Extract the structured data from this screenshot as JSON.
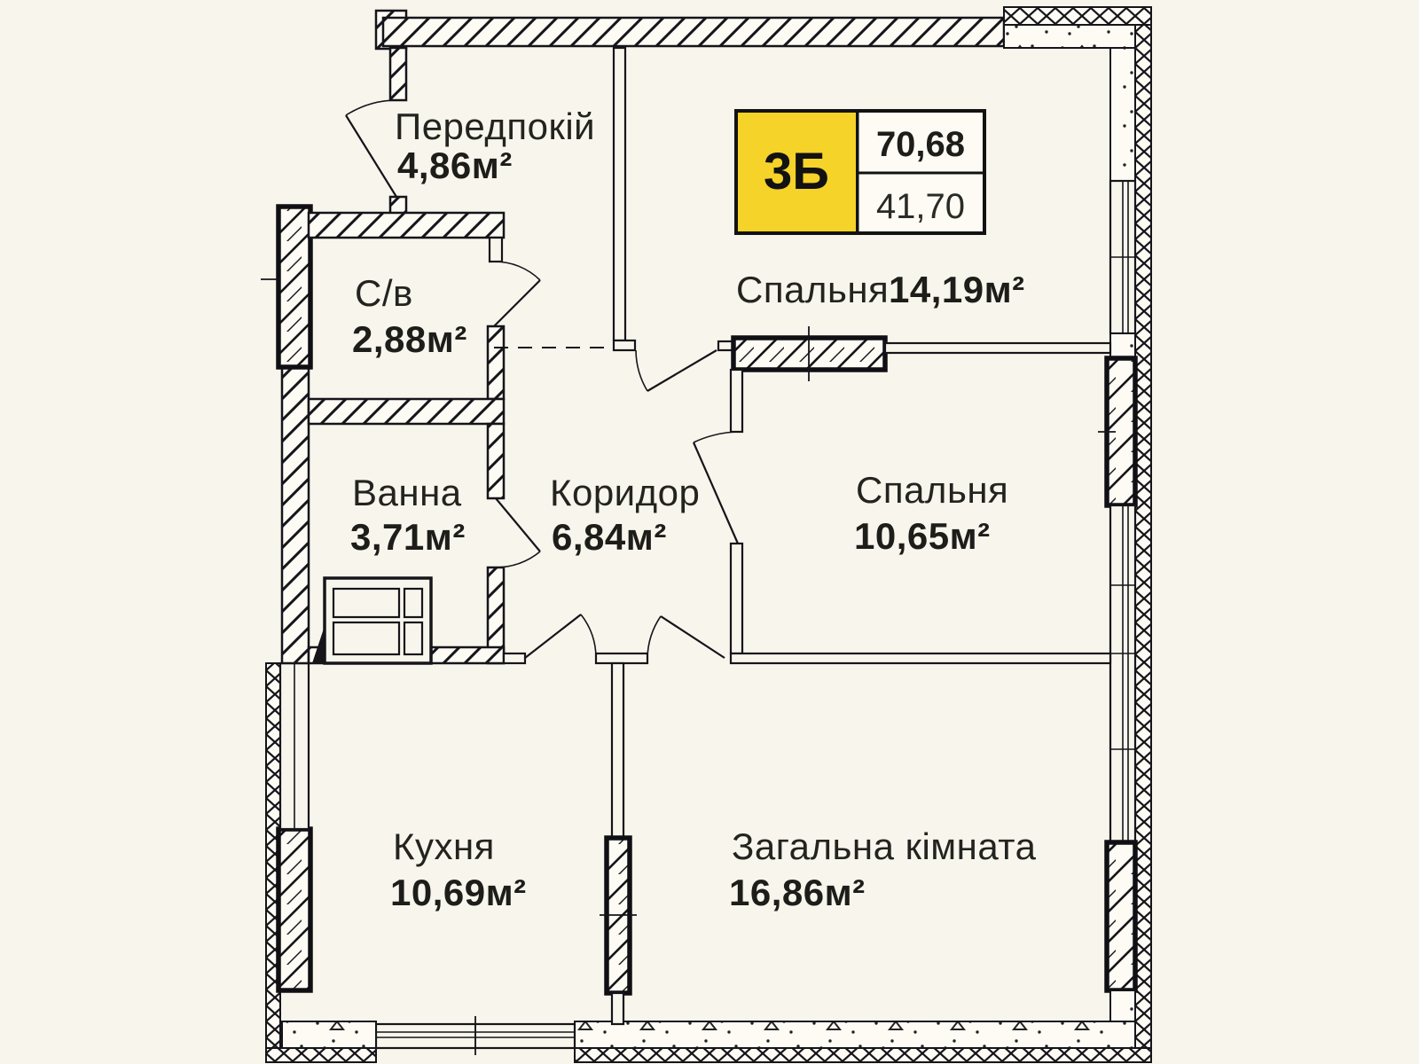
{
  "unit_card": {
    "unit_label": "3Б",
    "total_area": "70,68",
    "living_area": "41,70",
    "accent_color": "#F5D328"
  },
  "rooms": [
    {
      "id": "hallway",
      "name": "Передпокій",
      "area": "4,86м²"
    },
    {
      "id": "wc",
      "name": "С/в",
      "area": "2,88м²"
    },
    {
      "id": "bathroom",
      "name": "Ванна",
      "area": "3,71м²"
    },
    {
      "id": "corridor",
      "name": "Коридор",
      "area": "6,84м²"
    },
    {
      "id": "bedroom-1",
      "name": "Спальня",
      "area": "14,19м²"
    },
    {
      "id": "bedroom-2",
      "name": "Спальня",
      "area": "10,65м²"
    },
    {
      "id": "kitchen",
      "name": "Кухня",
      "area": "10,69м²"
    },
    {
      "id": "living-room",
      "name": "Загальна кімната",
      "area": "16,86м²"
    }
  ],
  "colors": {
    "background": "#f8f5ec",
    "line": "#15151a",
    "accent": "#F5D328"
  }
}
